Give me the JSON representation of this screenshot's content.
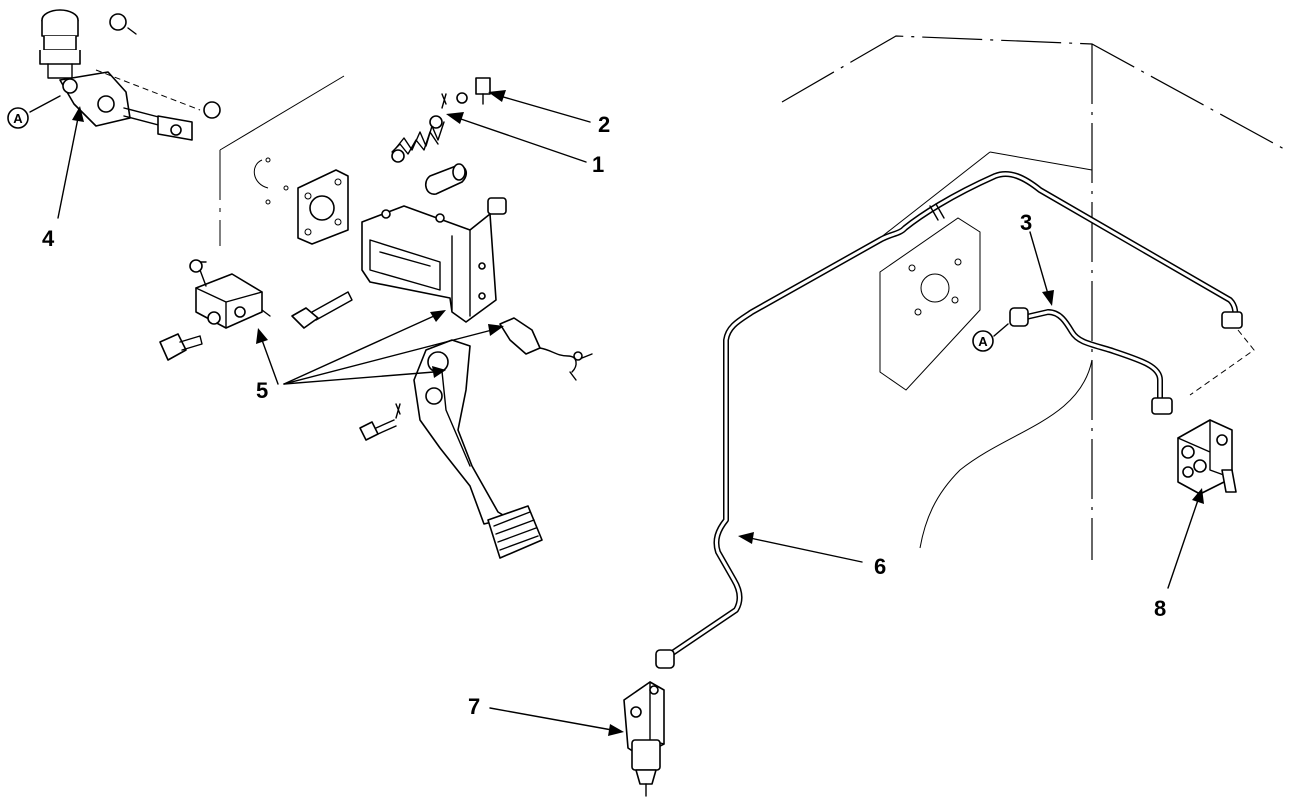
{
  "callouts": {
    "c1": "1",
    "c2": "2",
    "c3": "3",
    "c4": "4",
    "c5": "5",
    "c6": "6",
    "c7": "7",
    "c8": "8"
  },
  "reference_marker": "A"
}
